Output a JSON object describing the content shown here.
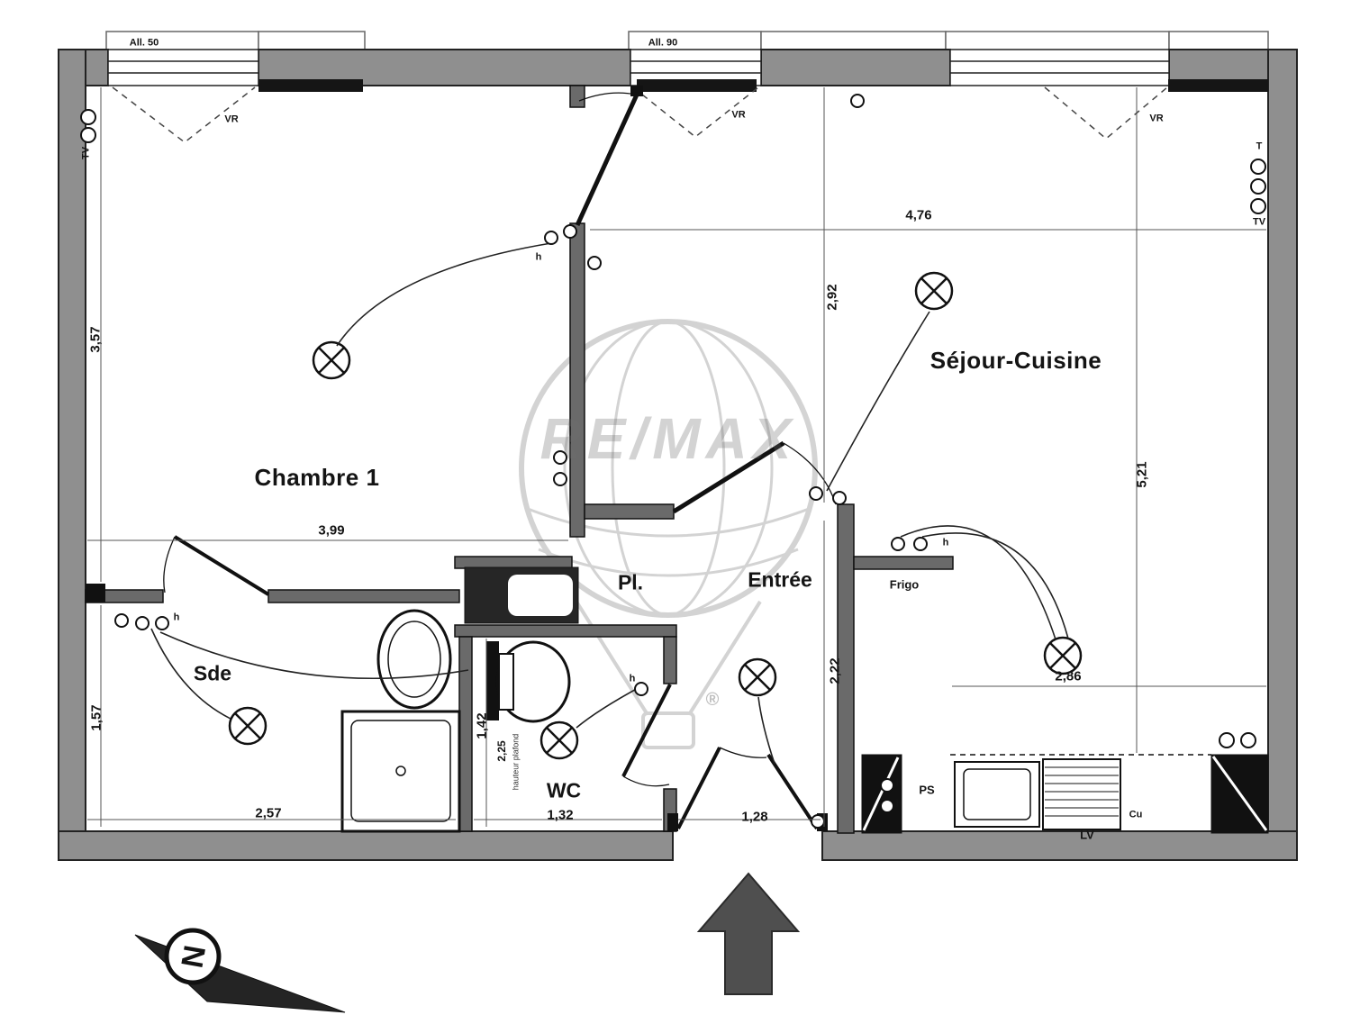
{
  "rooms": {
    "chambre": "Chambre 1",
    "sejour": "Séjour-Cuisine",
    "entree": "Entrée",
    "sde": "Sde",
    "wc": "WC",
    "placard": "Pl."
  },
  "dimensions": {
    "top_right_width": "4,76",
    "entry_upper_height": "2,92",
    "sejour_height": "5,21",
    "sejour_lower_width": "2,86",
    "entry_lower_height": "2,22",
    "chambre_height": "3,57",
    "chambre_width": "3,99",
    "sde_height": "1,57",
    "sde_width": "2,57",
    "wc_width": "1,32",
    "entree_width": "1,28",
    "wc_height": "1,42",
    "ceiling_height": "2,25"
  },
  "windows": {
    "allege_50": "All. 50",
    "allege_90": "All. 90",
    "shutter": "VR"
  },
  "fixtures": {
    "fridge": "Frigo",
    "ps": "PS",
    "dishwasher": "LV",
    "cooker": "Cu",
    "tv": "TV",
    "t": "T"
  },
  "notes": {
    "ceiling": "hauteur plafond",
    "switch": "h"
  },
  "compass": {
    "north": "N"
  },
  "watermark": {
    "brand": "RE/MAX",
    "registered": "®"
  },
  "colors": {
    "outer_wall": "#8f8f8f",
    "inner_wall": "#6a6a6a",
    "line": "#111111",
    "watermark": "#cccccc"
  }
}
